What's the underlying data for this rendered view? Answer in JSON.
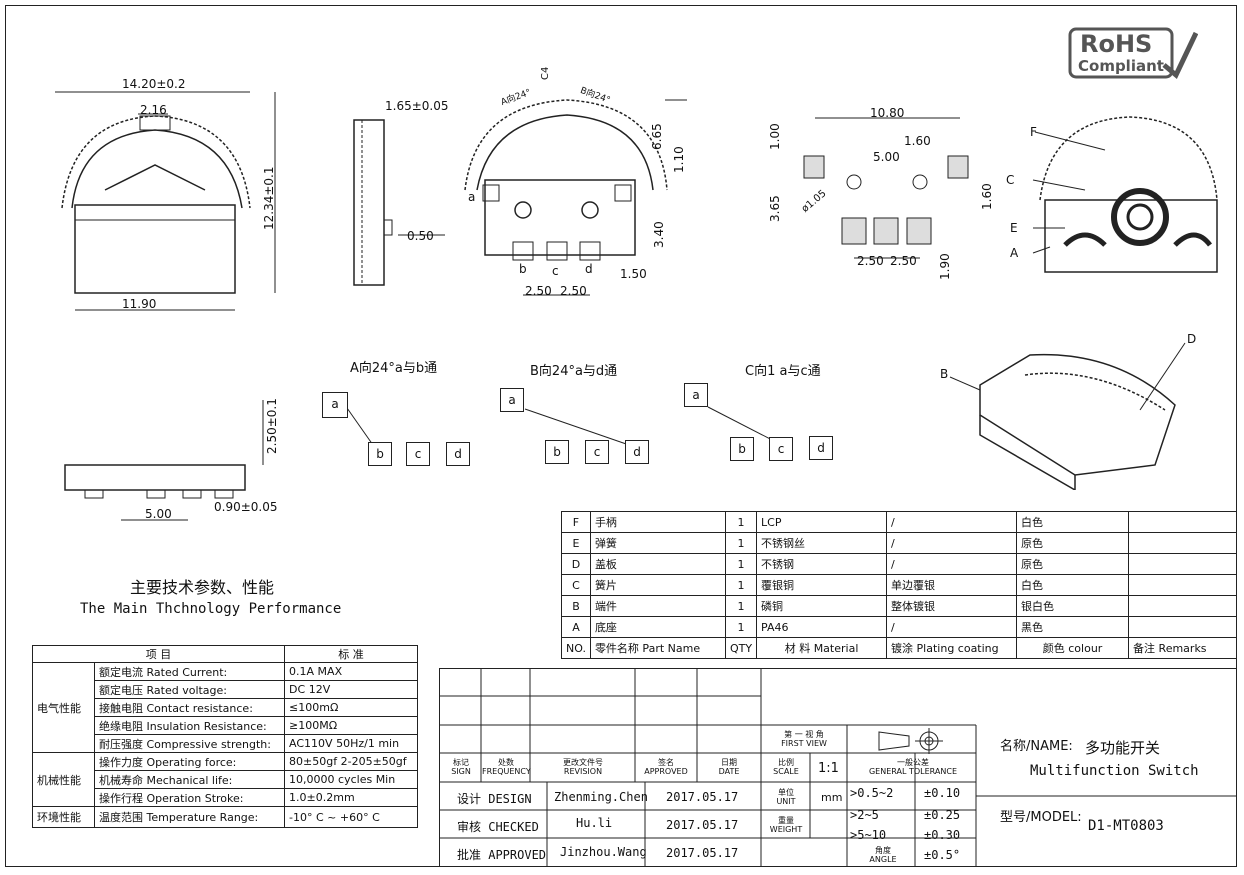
{
  "rohs": {
    "line1": "RoHS",
    "line2": "Compliant"
  },
  "views": {
    "front": {
      "width": "14.20±0.2",
      "top": "2.16",
      "height": "12.34±0.1",
      "bottom": "11.90"
    },
    "side": {
      "top": "1.65±0.05",
      "tab": "0.50"
    },
    "center": {
      "a_label": "A向24°",
      "b_label": "B向24°",
      "c_label": "C4",
      "d1": "6.65",
      "d2": "1.10",
      "d3": "3.40",
      "d4": "1.50",
      "p1": "2.50",
      "p2": "2.50",
      "pin_a": "a",
      "pin_b": "b",
      "pin_c": "c",
      "pin_d": "d"
    },
    "pcb": {
      "w": "10.80",
      "pad": "1.60",
      "c1": "5.00",
      "h1": "1.00",
      "h2": "3.65",
      "h3": "1.60",
      "hole": "ø1.05",
      "p1": "2.50",
      "p2": "2.50",
      "h4": "1.90"
    },
    "exploded": {
      "F": "F",
      "C": "C",
      "E": "E",
      "A": "A",
      "B": "B",
      "D": "D"
    },
    "bottom_view": {
      "h": "2.50±0.1",
      "pitch": "5.00",
      "off": "0.90±0.05"
    }
  },
  "logic": [
    {
      "title": "A向24°a与b通"
    },
    {
      "title": "B向24°a与d通"
    },
    {
      "title": "C向1  a与c通"
    }
  ],
  "perf": {
    "title_cn": "主要技术参数、性能",
    "title_en": "The Main Thchnology Performance",
    "col1": "项    目",
    "col2": "标    准",
    "groups": [
      {
        "name": "电气性能",
        "rows": [
          {
            "item": "额定电流  Rated Current:",
            "std": "0.1A MAX"
          },
          {
            "item": "额定电压  Rated voltage:",
            "std": "DC 12V"
          },
          {
            "item": "接触电阻  Contact resistance:",
            "std": "≤100mΩ"
          },
          {
            "item": "绝缘电阻  Insulation Resistance:",
            "std": "≥100MΩ"
          },
          {
            "item": "耐压强度  Compressive strength:",
            "std": "AC110V  50Hz/1 min"
          }
        ]
      },
      {
        "name": "机械性能",
        "rows": [
          {
            "item": "操作力度  Operating force:",
            "std": "80±50gf   2-205±50gf"
          },
          {
            "item": "机械寿命  Mechanical life:",
            "std": "10,0000 cycles Min"
          },
          {
            "item": "操作行程  Operation Stroke:",
            "std": "1.0±0.2mm"
          }
        ]
      },
      {
        "name": "环境性能",
        "rows": [
          {
            "item": "温度范围  Temperature Range:",
            "std": "-10° C ~ +60° C"
          }
        ]
      }
    ]
  },
  "bom": {
    "rows": [
      {
        "no": "F",
        "name": "手柄",
        "qty": "1",
        "mat": "LCP",
        "plate": "/",
        "color": "白色",
        "remark": ""
      },
      {
        "no": "E",
        "name": "弹簧",
        "qty": "1",
        "mat": "不锈钢丝",
        "plate": "/",
        "color": "原色",
        "remark": ""
      },
      {
        "no": "D",
        "name": "盖板",
        "qty": "1",
        "mat": "不锈钢",
        "plate": "/",
        "color": "原色",
        "remark": ""
      },
      {
        "no": "C",
        "name": "簧片",
        "qty": "1",
        "mat": "覆银铜",
        "plate": "单边覆银",
        "color": "白色",
        "remark": ""
      },
      {
        "no": "B",
        "name": "端件",
        "qty": "1",
        "mat": "磷铜",
        "plate": "整体镀银",
        "color": "银白色",
        "remark": ""
      },
      {
        "no": "A",
        "name": "底座",
        "qty": "1",
        "mat": "PA46",
        "plate": "/",
        "color": "黑色",
        "remark": ""
      }
    ],
    "header": {
      "no": "NO.",
      "name": "零件名称  Part Name",
      "qty": "QTY",
      "mat": "材  料  Material",
      "plate": "镀涂  Plating coating",
      "color": "颜色   colour",
      "remark": "备注  Remarks"
    }
  },
  "title_block": {
    "hdr": {
      "mark": "标记",
      "mark_en": "SIGN",
      "freq": "处数",
      "freq_en": "FREQUENCY",
      "rev": "更改文件号",
      "rev_en": "REVISION",
      "appr": "签名",
      "appr_en": "APPROVED",
      "date": "日期",
      "date_en": "DATE",
      "scale": "比例",
      "scale_en": "SCALE",
      "gt": "一般公差",
      "gt_en": "GENERAL TOLERANCE"
    },
    "first_view": "第  一  视  角",
    "first_view_en": "FIRST VIEW",
    "scale_value": "1:1",
    "unit": "单位",
    "unit_en": "UNIT",
    "unit_value": "mm",
    "weight": "重量",
    "weight_en": "WEIGHT",
    "angle": "角度",
    "angle_en": "ANGLE",
    "design": "设计 DESIGN",
    "designer": "Zhenming.Chen",
    "design_date": "2017.05.17",
    "checked": "审核 CHECKED",
    "checker": "Hu.li",
    "checked_date": "2017.05.17",
    "approved": "批准 APPROVED",
    "approver": "Jinzhou.Wang",
    "approved_date": "2017.05.17",
    "tol": [
      {
        "r": ">0.5~2",
        "v": "±0.10"
      },
      {
        "r": ">2~5",
        "v": "±0.25"
      },
      {
        "r": ">5~10",
        "v": "±0.30"
      },
      {
        "r": "",
        "v": "±0.5°"
      }
    ],
    "name_label": "名称/NAME:",
    "name_cn": "多功能开关",
    "name_en": "Multifunction Switch",
    "model_label": "型号/MODEL:",
    "model": "D1-MT0803"
  }
}
